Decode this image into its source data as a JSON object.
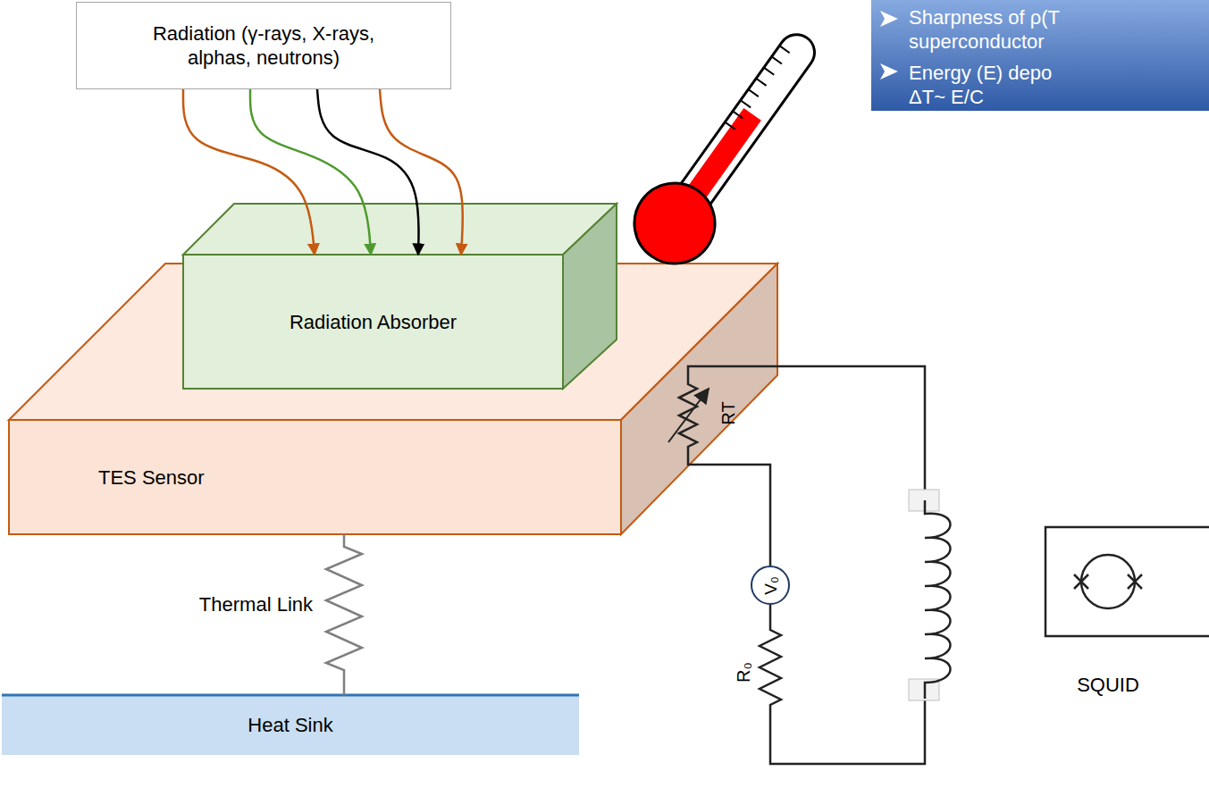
{
  "diagram": {
    "nodes": [
      {
        "text": [
          "Radiation (γ-rays, X-rays, alphas, neutrons)"
        ]
      },
      {
        "text": [
          "Sharpness of ρ(T superconductor",
          "Energy (E) depo ΔT~ E/C"
        ]
      },
      {
        "text": [
          "Radiation Absorber"
        ]
      },
      {
        "text": [
          "TES Sensor"
        ]
      },
      {
        "text": [
          "V₀"
        ]
      },
      {
        "text": [
          "Heat Sink"
        ]
      }
    ],
    "edges": [
      {
        "from": 0,
        "to": 2,
        "arrow": "to"
      },
      {
        "from": 0,
        "to": 2,
        "arrow": "to"
      },
      {
        "from": 0,
        "to": 2,
        "arrow": "to"
      },
      {
        "from": 0,
        "to": 2,
        "arrow": "to"
      },
      {
        "from": 3,
        "to": 5,
        "arrow": "none",
        "label": "Thermal Link"
      }
    ],
    "labels": [
      "RT",
      "R₀",
      "SQUID"
    ]
  }
}
